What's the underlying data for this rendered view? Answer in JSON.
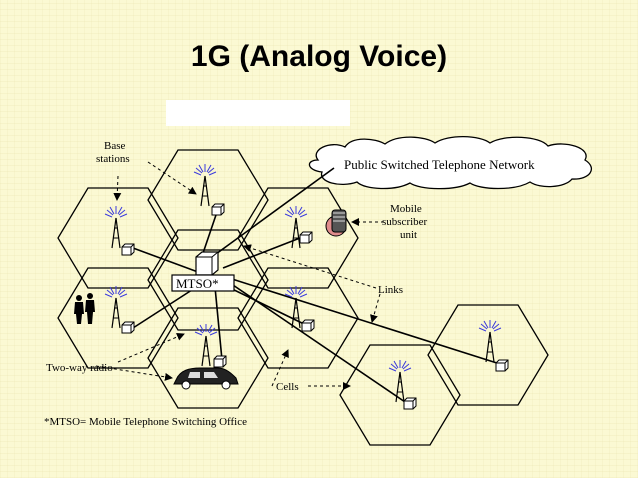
{
  "title": "1G (Analog Voice)",
  "labels": {
    "base_stations_line1": "Base",
    "base_stations_line2": "stations",
    "pstn": "Public Switched Telephone Network",
    "mobile_line1": "Mobile",
    "mobile_line2": "subscriber",
    "mobile_line3": "unit",
    "mtso": "MTSO*",
    "links": "Links",
    "two_way_radio": "Two-way radio",
    "cells": "Cells"
  },
  "footnote": "*MTSO= Mobile Telephone Switching Office",
  "colors": {
    "background": "#fbf9d3",
    "antenna_waves": "#3b3bdc"
  }
}
